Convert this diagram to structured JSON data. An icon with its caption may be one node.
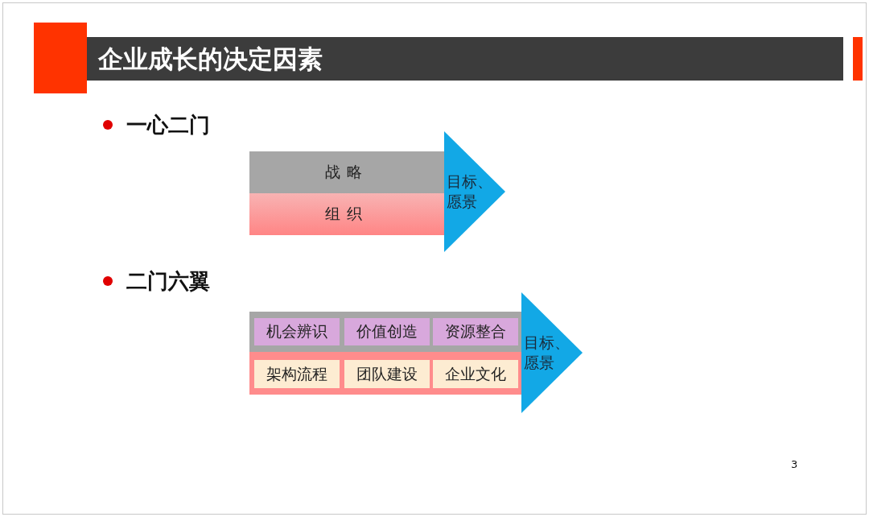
{
  "diagram": {
    "title": "企业成长的决定因素",
    "nodes": [
      {
        "text": [
          "战略"
        ]
      },
      {
        "text": [
          "组织"
        ]
      },
      {
        "text": [
          "目标、愿景"
        ]
      },
      {
        "text": [],
        "shape": "bar"
      },
      {
        "text": [],
        "shape": "bar"
      },
      {
        "text": [
          "机会辨识"
        ],
        "in": 3
      },
      {
        "text": [
          "价值创造"
        ],
        "in": 3
      },
      {
        "text": [
          "资源整合"
        ],
        "in": 3
      },
      {
        "text": [
          "架构流程"
        ],
        "in": 4
      },
      {
        "text": [
          "团队建设"
        ],
        "in": 4
      },
      {
        "text": [
          "企业文化"
        ],
        "in": 4
      },
      {
        "text": [
          "目标、愿景"
        ]
      }
    ],
    "labels": [
      "一心二门",
      "二门六翼",
      "3"
    ]
  }
}
